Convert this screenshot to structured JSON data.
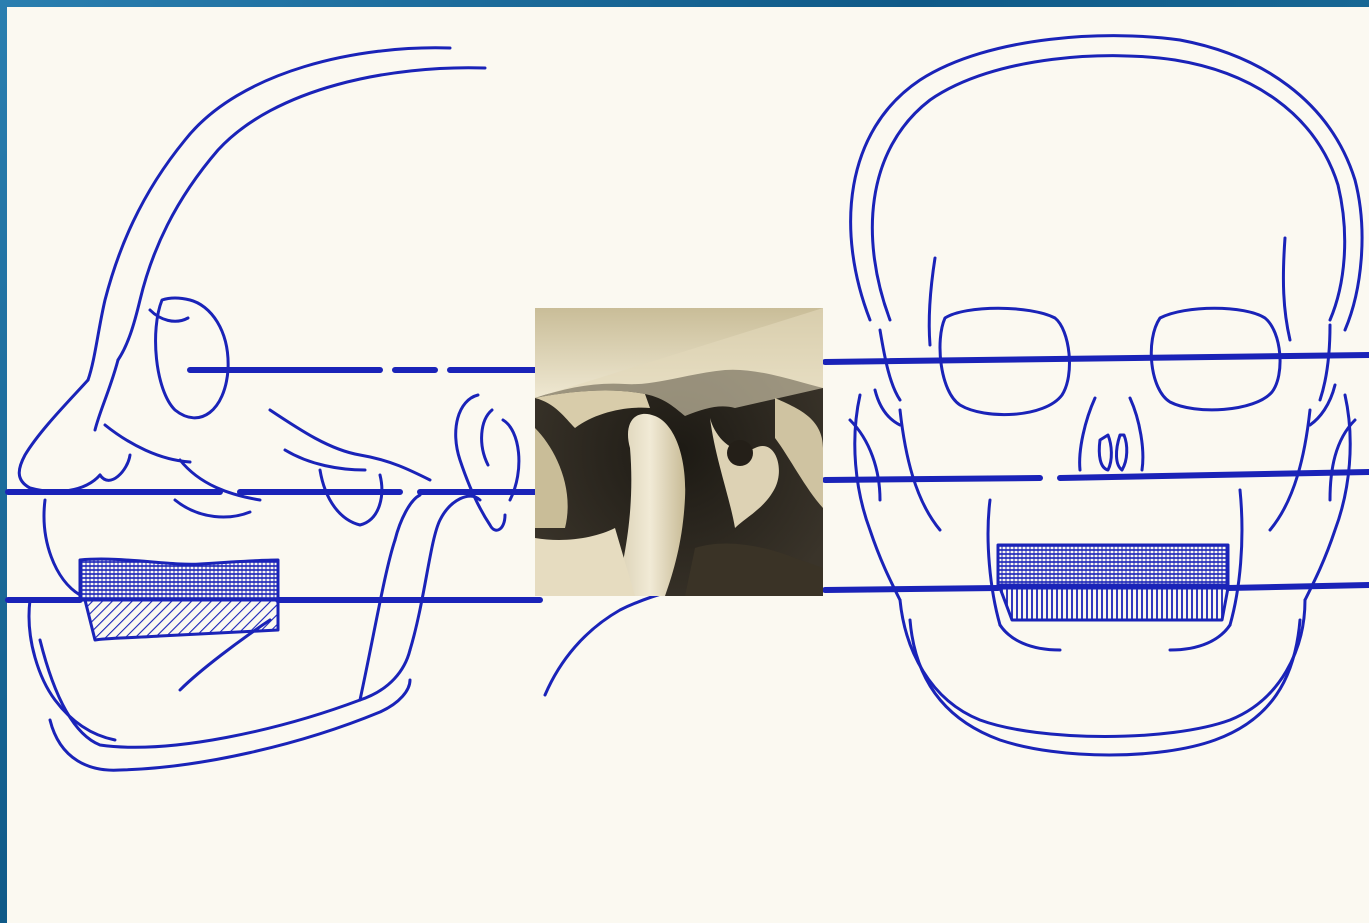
{
  "figure": {
    "ink_color": "#1a23b8",
    "paper_color": "#fbf9f1",
    "frame_color": "#1b6e9a",
    "panels": [
      {
        "view": "lateral",
        "subject": "skull-profile"
      },
      {
        "view": "close-up photo",
        "subject": "temporomandibular-joint"
      },
      {
        "view": "frontal",
        "subject": "skull-front"
      }
    ],
    "reference_lines": 3
  }
}
